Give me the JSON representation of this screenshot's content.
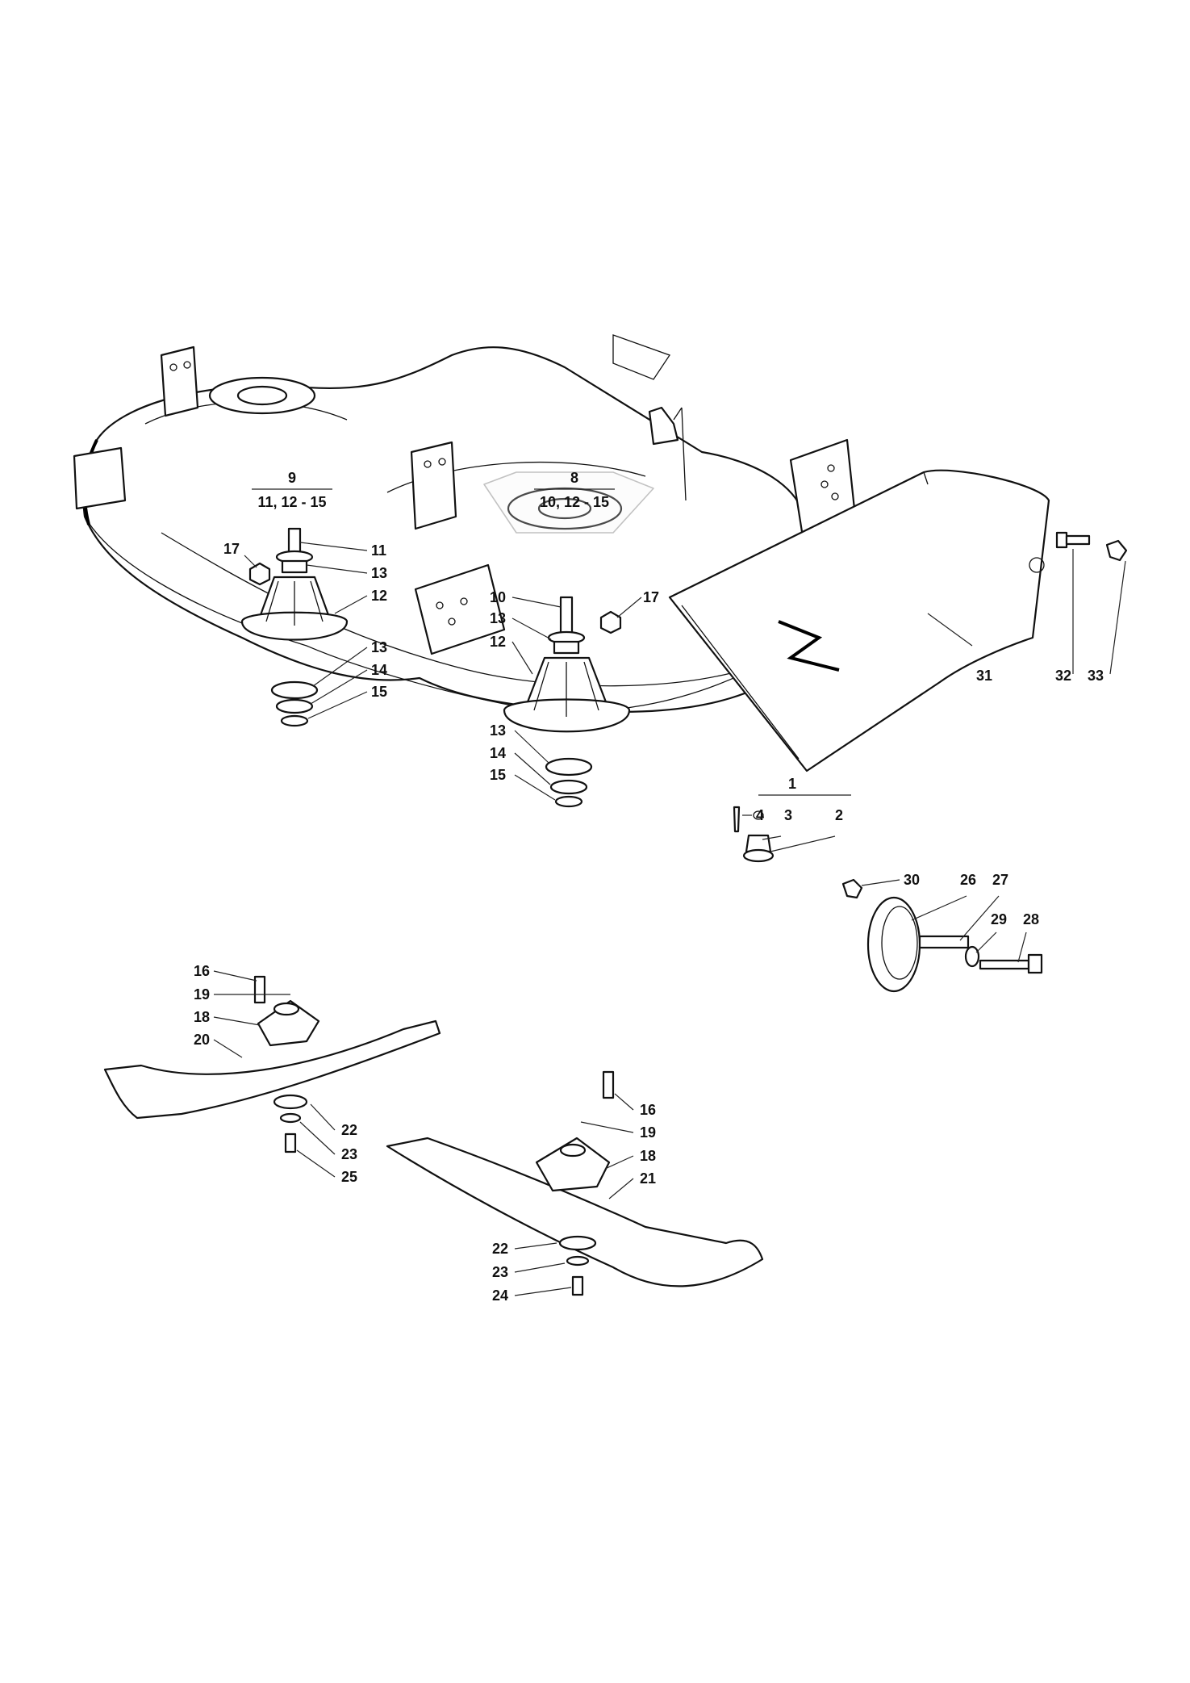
{
  "groups": [
    {
      "id": "9",
      "sub": "11, 12 - 15"
    },
    {
      "id": "8",
      "sub": "10, 12 - 15"
    },
    {
      "id": "1",
      "sub": ""
    }
  ],
  "callouts": [
    "17",
    "11",
    "13",
    "12",
    "13",
    "14",
    "15",
    "10",
    "13",
    "12",
    "17",
    "13",
    "14",
    "15",
    "4",
    "3",
    "2",
    "30",
    "26",
    "27",
    "29",
    "28",
    "31",
    "32",
    "33",
    "16",
    "19",
    "18",
    "20",
    "22",
    "23",
    "25",
    "16",
    "19",
    "18",
    "21",
    "22",
    "23",
    "24"
  ]
}
